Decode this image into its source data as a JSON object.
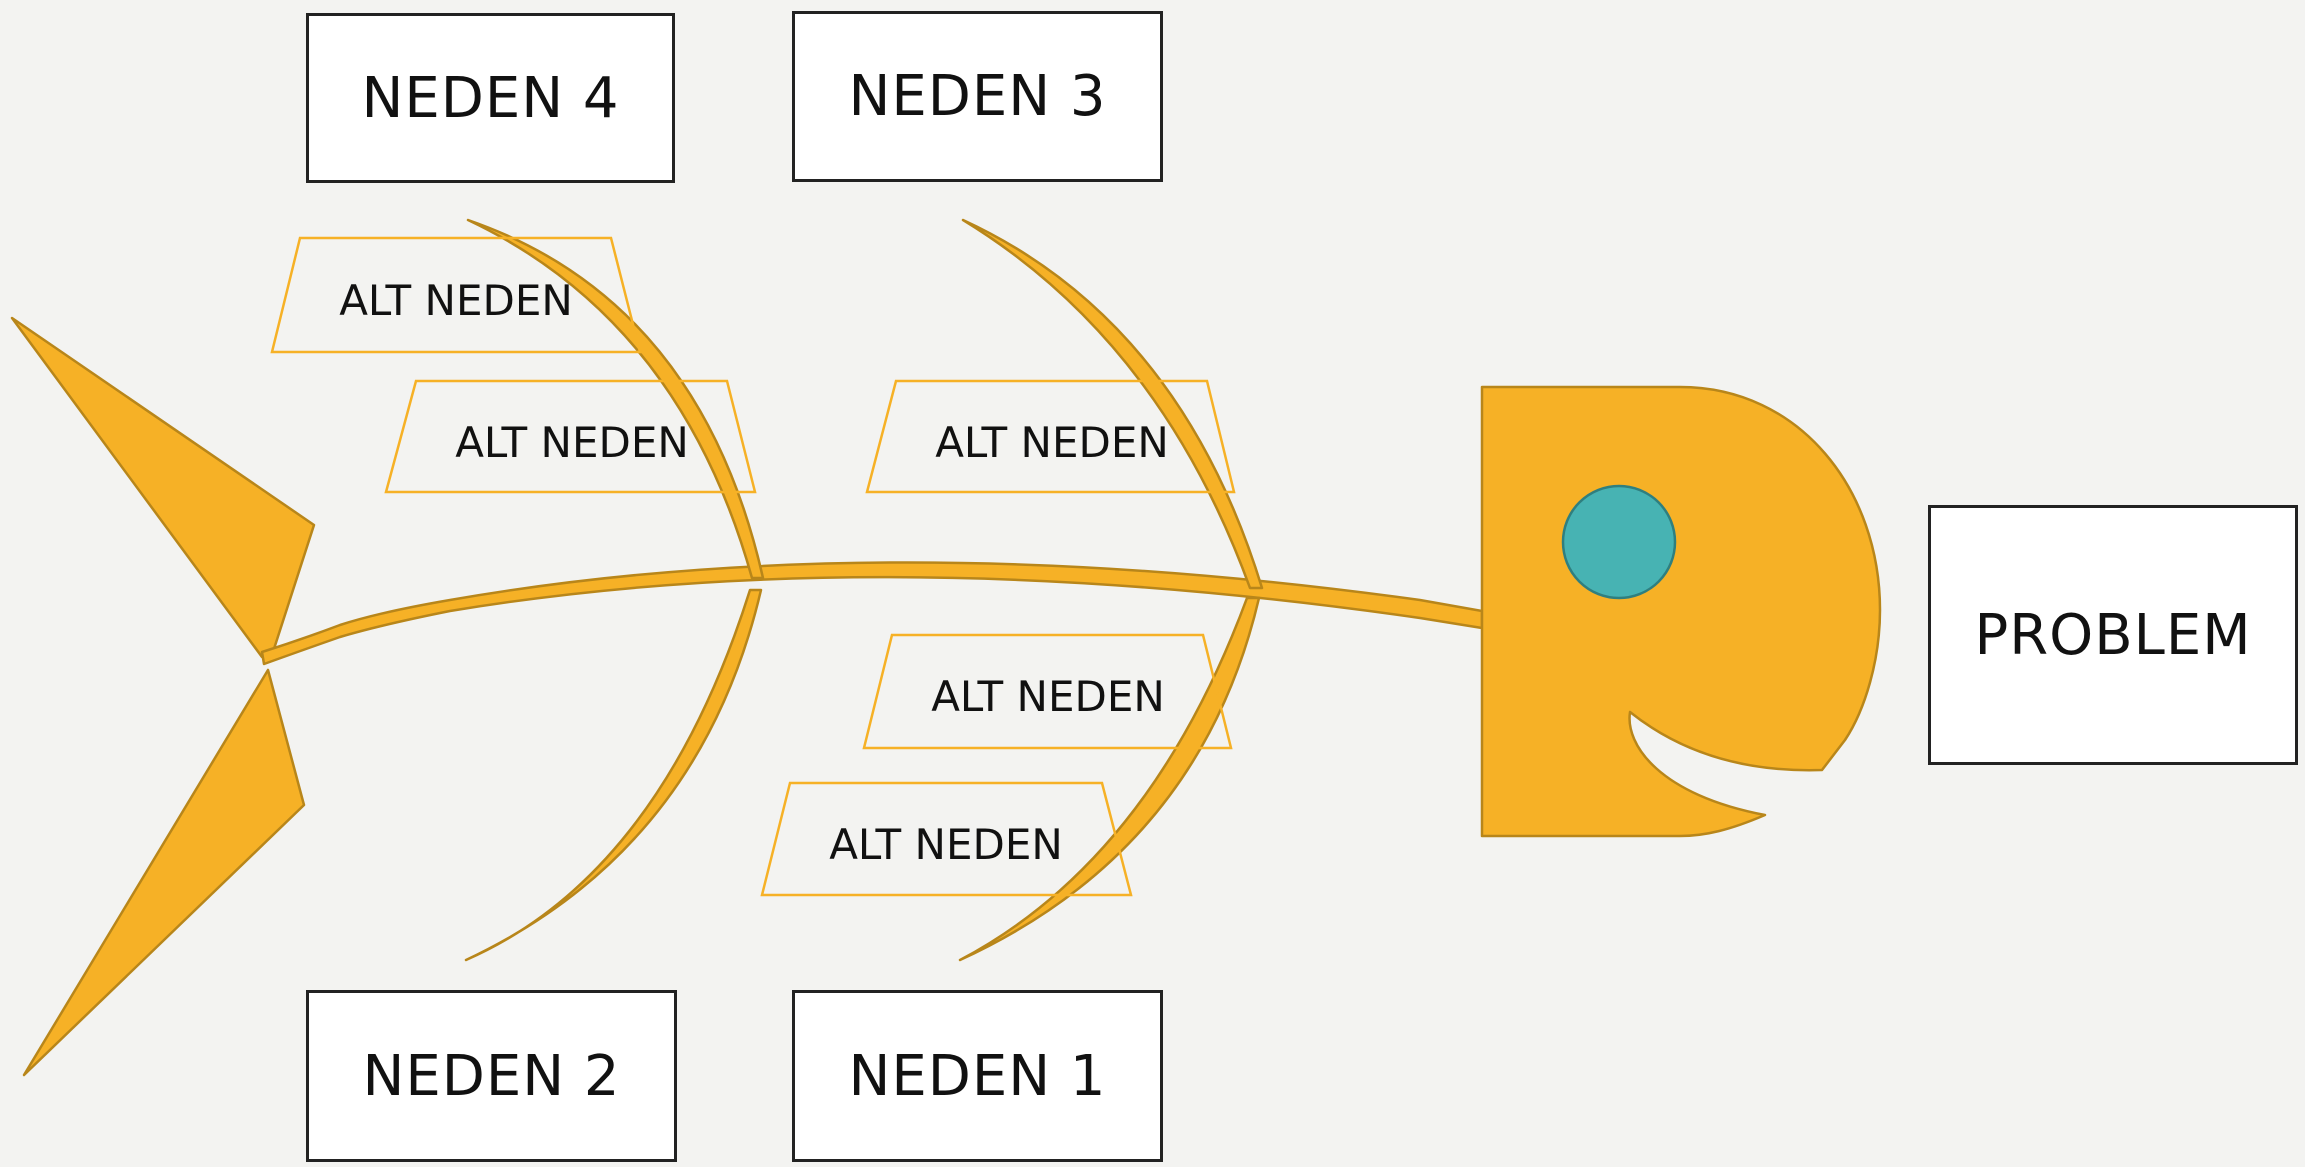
{
  "colors": {
    "background": "#f3f3f1",
    "fish_body": "#f6b126",
    "fish_outline": "#b8861a",
    "eye": "#47b3b3",
    "eye_outline": "#2f7f7f",
    "sub_cause_border": "#f6b126",
    "box_border": "#222222"
  },
  "effect": {
    "label": "PROBLEM"
  },
  "causes": [
    {
      "label": "NEDEN 4"
    },
    {
      "label": "NEDEN 3"
    },
    {
      "label": "NEDEN 2"
    },
    {
      "label": "NEDEN 1"
    }
  ],
  "sub_causes": [
    {
      "label": "ALT NEDEN"
    },
    {
      "label": "ALT NEDEN"
    },
    {
      "label": "ALT NEDEN"
    },
    {
      "label": "ALT NEDEN"
    },
    {
      "label": "ALT NEDEN"
    }
  ],
  "icons": [
    "fish-head-shape",
    "fish-eye-icon",
    "fish-tail-shape",
    "fish-bone-spine"
  ]
}
